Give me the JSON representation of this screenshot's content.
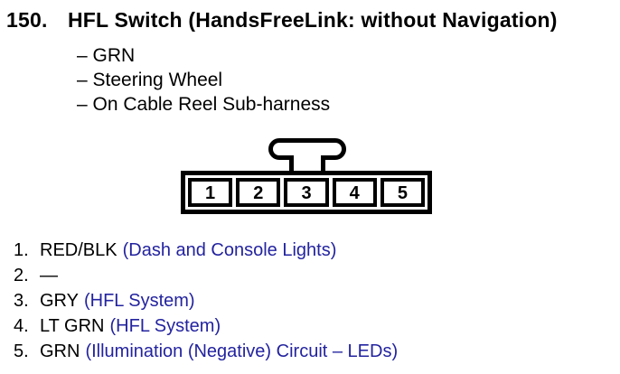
{
  "colors": {
    "text": "#000000",
    "function_blue": "#2323a0",
    "background": "#ffffff",
    "diagram_line": "#000000"
  },
  "header": {
    "number": "150.",
    "title": "HFL Switch (HandsFreeLink: without Navigation)"
  },
  "sub_items": [
    "– GRN",
    "– Steering Wheel",
    "– On Cable Reel Sub-harness"
  ],
  "connector": {
    "pins": [
      "1",
      "2",
      "3",
      "4",
      "5"
    ]
  },
  "pin_list": [
    {
      "number": "1.",
      "wire": "RED/BLK",
      "function": "(Dash and Console Lights)"
    },
    {
      "number": "2.",
      "wire": "—",
      "function": ""
    },
    {
      "number": "3.",
      "wire": "GRY",
      "function": "(HFL System)"
    },
    {
      "number": "4.",
      "wire": "LT GRN",
      "function": "(HFL System)"
    },
    {
      "number": "5.",
      "wire": "GRN",
      "function": "(Illumination (Negative) Circuit – LEDs)"
    }
  ]
}
